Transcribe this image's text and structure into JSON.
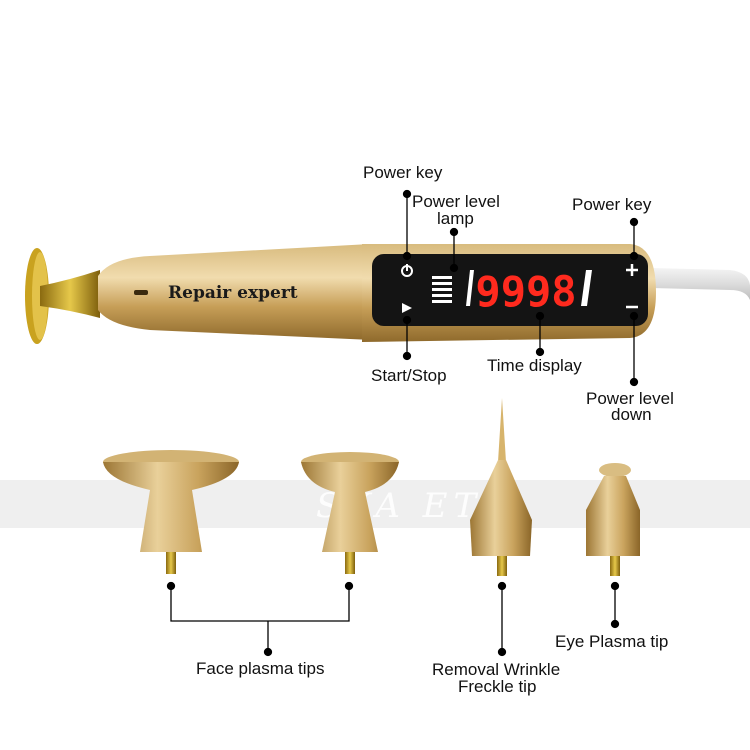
{
  "device": {
    "brand_text": "Repair expert",
    "display_value": "9998"
  },
  "watermark": "SKA  ET",
  "callouts": {
    "power_key_left": "Power key",
    "power_level_lamp_line1": "Power level",
    "power_level_lamp_line2": "lamp",
    "power_key_right": "Power key",
    "start_stop": "Start/Stop",
    "time_display": "Time display",
    "power_level_down_line1": "Power level",
    "power_level_down_line2": "down"
  },
  "tips": {
    "face_plasma": "Face plasma tips",
    "removal_line1": "Removal Wrinkle",
    "removal_line2": "Freckle tip",
    "eye_plasma": "Eye Plasma tip"
  },
  "colors": {
    "gold": "#c9a55e",
    "panel": "#141414",
    "display_red": "#ff2a1e"
  }
}
